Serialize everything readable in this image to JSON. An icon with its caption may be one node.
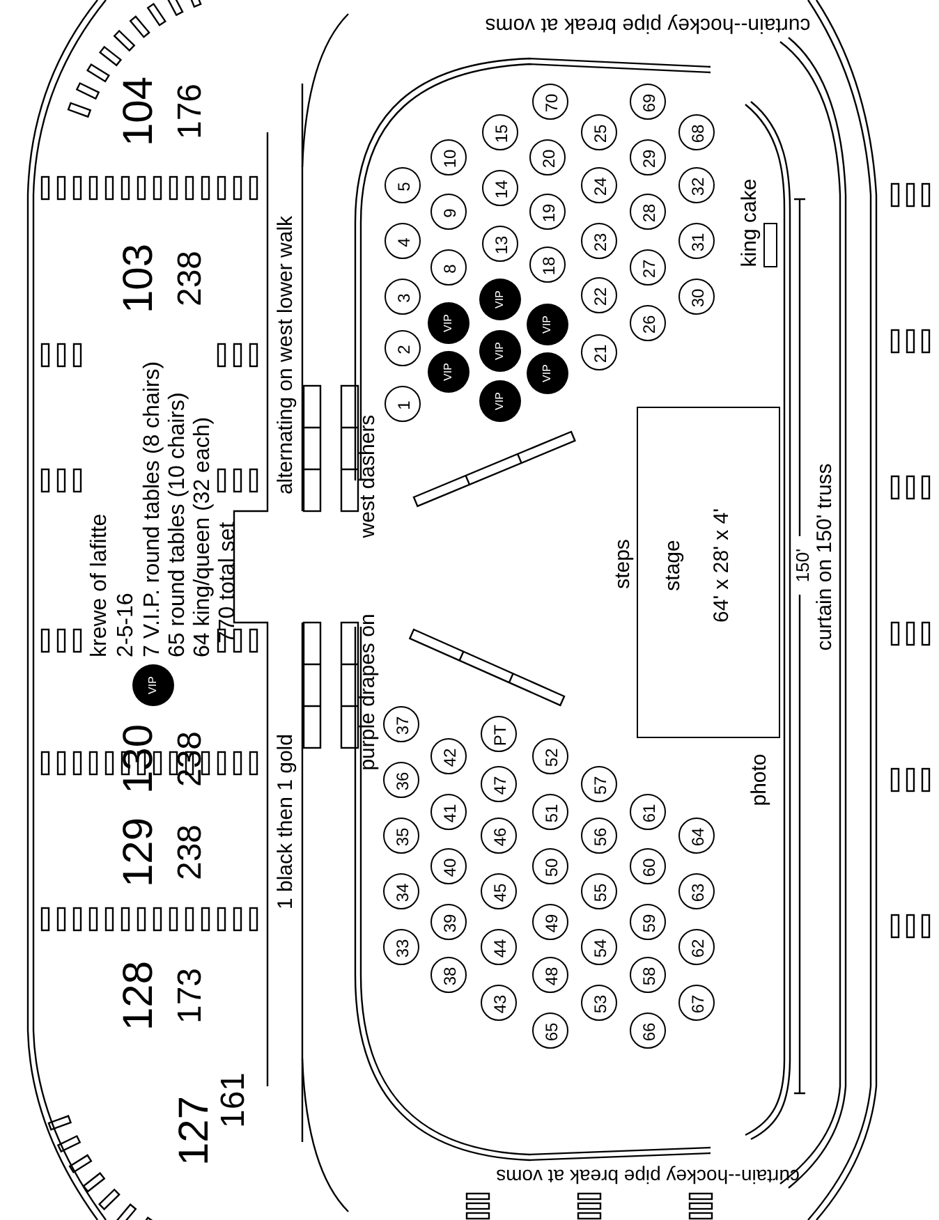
{
  "diagram": {
    "nodes": [
      {
        "text": [
          "stage",
          "64' x 28' x 4'"
        ],
        "beside": [
          "steps"
        ]
      },
      {
        "text": [],
        "shape": "box",
        "beside": [
          "king cake"
        ]
      },
      {
        "text": [
          "VIP"
        ]
      },
      {
        "text": [
          "VIP"
        ]
      },
      {
        "text": [
          "VIP"
        ]
      },
      {
        "text": [
          "VIP"
        ]
      },
      {
        "text": [
          "VIP"
        ]
      },
      {
        "text": [
          "VIP"
        ]
      },
      {
        "text": [
          "VIP"
        ]
      },
      {
        "text": [
          "VIP"
        ]
      },
      {
        "text": [
          "1"
        ]
      },
      {
        "text": [
          "2"
        ]
      },
      {
        "text": [
          "3"
        ]
      },
      {
        "text": [
          "4"
        ]
      },
      {
        "text": [
          "5"
        ]
      },
      {
        "text": [
          "8"
        ]
      },
      {
        "text": [
          "9"
        ]
      },
      {
        "text": [
          "10"
        ]
      },
      {
        "text": [
          "13"
        ]
      },
      {
        "text": [
          "14"
        ]
      },
      {
        "text": [
          "15"
        ]
      },
      {
        "text": [
          "18"
        ]
      },
      {
        "text": [
          "19"
        ]
      },
      {
        "text": [
          "20"
        ]
      },
      {
        "text": [
          "21"
        ]
      },
      {
        "text": [
          "22"
        ]
      },
      {
        "text": [
          "23"
        ]
      },
      {
        "text": [
          "24"
        ]
      },
      {
        "text": [
          "25"
        ]
      },
      {
        "text": [
          "26"
        ]
      },
      {
        "text": [
          "27"
        ]
      },
      {
        "text": [
          "28"
        ]
      },
      {
        "text": [
          "29"
        ]
      },
      {
        "text": [
          "30"
        ]
      },
      {
        "text": [
          "31"
        ]
      },
      {
        "text": [
          "32"
        ]
      },
      {
        "text": [
          "33"
        ]
      },
      {
        "text": [
          "34"
        ]
      },
      {
        "text": [
          "35"
        ]
      },
      {
        "text": [
          "36"
        ]
      },
      {
        "text": [
          "37"
        ]
      },
      {
        "text": [
          "38"
        ]
      },
      {
        "text": [
          "39"
        ]
      },
      {
        "text": [
          "40"
        ]
      },
      {
        "text": [
          "41"
        ]
      },
      {
        "text": [
          "42"
        ]
      },
      {
        "text": [
          "43"
        ]
      },
      {
        "text": [
          "44"
        ]
      },
      {
        "text": [
          "45"
        ]
      },
      {
        "text": [
          "46"
        ]
      },
      {
        "text": [
          "47"
        ]
      },
      {
        "text": [
          "48"
        ]
      },
      {
        "text": [
          "49"
        ]
      },
      {
        "text": [
          "50"
        ]
      },
      {
        "text": [
          "51"
        ]
      },
      {
        "text": [
          "52"
        ]
      },
      {
        "text": [
          "53"
        ]
      },
      {
        "text": [
          "54"
        ]
      },
      {
        "text": [
          "55"
        ]
      },
      {
        "text": [
          "56"
        ]
      },
      {
        "text": [
          "57"
        ]
      },
      {
        "text": [
          "58"
        ]
      },
      {
        "text": [
          "59"
        ]
      },
      {
        "text": [
          "60"
        ]
      },
      {
        "text": [
          "61"
        ]
      },
      {
        "text": [
          "62"
        ]
      },
      {
        "text": [
          "63"
        ]
      },
      {
        "text": [
          "64"
        ]
      },
      {
        "text": [
          "65"
        ]
      },
      {
        "text": [
          "66"
        ]
      },
      {
        "text": [
          "67"
        ]
      },
      {
        "text": [
          "68"
        ]
      },
      {
        "text": [
          "69"
        ]
      },
      {
        "text": [
          "70"
        ]
      },
      {
        "text": [
          "PT"
        ]
      }
    ],
    "edges": [],
    "labels": [
      "krewe of lafitte",
      "2-5-16",
      "7 V.I.P. round tables (8 chairs)",
      "65 round tables (10 chairs)",
      "64 king/queen (32 each)",
      "770 total set",
      "104",
      "176",
      "103",
      "238",
      "130",
      "238",
      "129",
      "238",
      "128",
      "173",
      "127",
      "161",
      "alternating on west lower walk",
      "1 black then 1 gold",
      "west dashers",
      "purple drapes on",
      "photo",
      "150'",
      "curtain on 150' truss",
      "curtain--hockey pipe break at voms",
      "curtain--hockey pipe break at voms"
    ]
  }
}
